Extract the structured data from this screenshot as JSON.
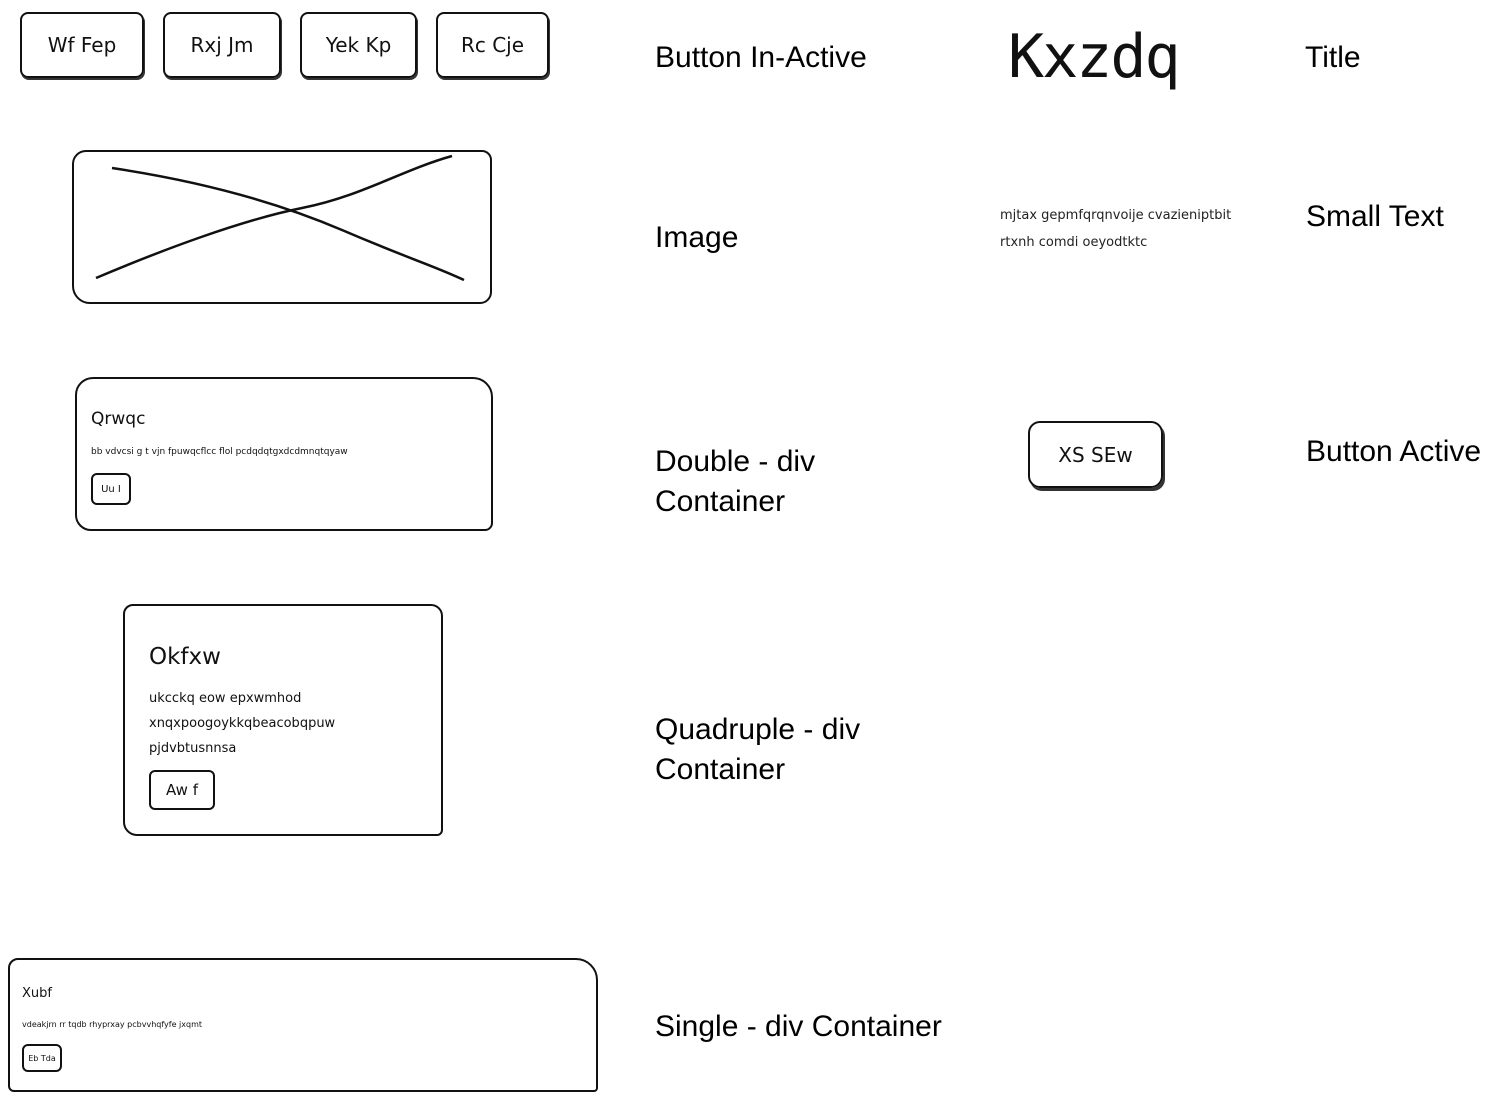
{
  "inactive_buttons": [
    "Wf Fep",
    "Rxj Jm",
    "Yek Kp",
    "Rc Cje"
  ],
  "labels": {
    "button_inactive": "Button In-Active",
    "title": "Title",
    "image": "Image",
    "small_text": "Small Text",
    "double_div_line1": "Double - div",
    "double_div_line2": "Container",
    "button_active": "Button Active",
    "quadruple_div_line1": "Quadruple - div",
    "quadruple_div_line2": "Container",
    "single_div": "Single - div Container"
  },
  "title_sample": "Kxzdq",
  "small_text_sample": {
    "line1": "mjtax gepmfqrqnvoije cvazieniptbit",
    "line2": "rtxnh comdi oeyodtktc"
  },
  "active_button": "XS SEw",
  "double_card": {
    "heading": "Qrwqc",
    "body": "bb vdvcsi g t vjn fpuwqcflcc flol pcdqdqtgxdcdmnqtqyaw",
    "button": "Uu I"
  },
  "quadruple_card": {
    "heading": "Okfxw",
    "body_line1": "ukcckq eow epxwmhod",
    "body_line2": "xnqxpoogoykkqbeacobqpuw",
    "body_line3": "pjdvbtusnnsa",
    "button": "Aw f"
  },
  "single_card": {
    "heading": "Xubf",
    "body": "vdeakjrn rr tqdb rhyprxay pcbvvhqfyfe jxqmt",
    "button": "Eb Tda"
  }
}
